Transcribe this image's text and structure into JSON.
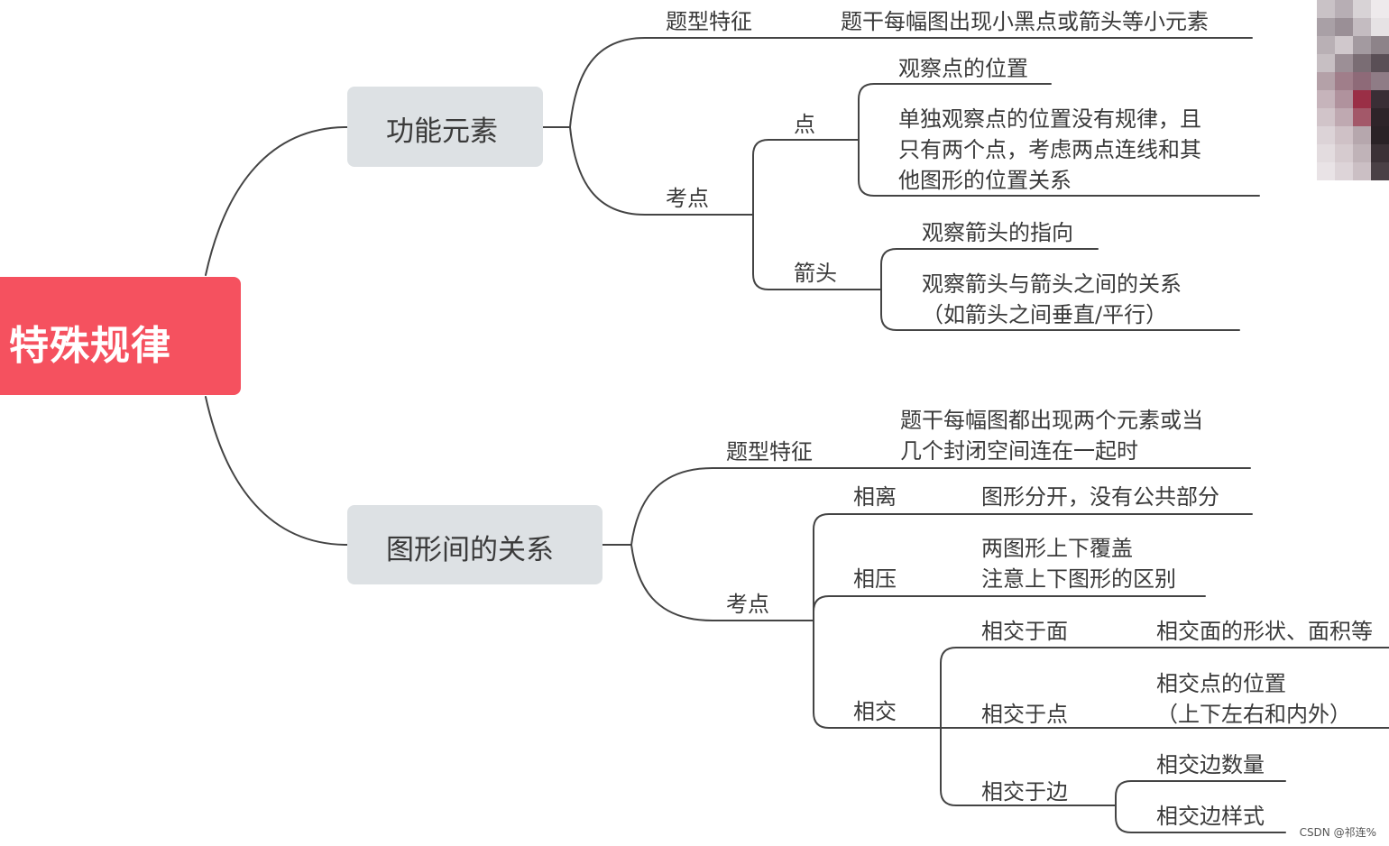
{
  "root": "特殊规律",
  "branch1": {
    "title": "功能元素",
    "feature_label": "题型特征",
    "feature_text": "题干每幅图出现小黑点或箭头等小元素",
    "exam_label": "考点",
    "point_label": "点",
    "point_item1": "观察点的位置",
    "point_item2": [
      "单独观察点的位置没有规律，且",
      "只有两个点，考虑两点连线和其",
      "他图形的位置关系"
    ],
    "arrow_label": "箭头",
    "arrow_item1": "观察箭头的指向",
    "arrow_item2": [
      "观察箭头与箭头之间的关系",
      "（如箭头之间垂直/平行）"
    ]
  },
  "branch2": {
    "title": "图形间的关系",
    "feature_label": "题型特征",
    "feature_text": [
      "题干每幅图都出现两个元素或当",
      "几个封闭空间连在一起时"
    ],
    "exam_label": "考点",
    "sep_label": "相离",
    "sep_text": "图形分开，没有公共部分",
    "press_label": "相压",
    "press_text": [
      "两图形上下覆盖",
      "注意上下图形的区别"
    ],
    "inter_label": "相交",
    "face_label": "相交于面",
    "face_text": "相交面的形状、面积等",
    "point_label": "相交于点",
    "point_text": [
      "相交点的位置",
      "（上下左右和内外）"
    ],
    "edge_label": "相交于边",
    "edge_item1": "相交边数量",
    "edge_item2": "相交边样式"
  },
  "watermark": "CSDN @祁连%",
  "colors": {
    "root": "#f5515f",
    "box": "#dde1e4",
    "line": "#444444"
  }
}
